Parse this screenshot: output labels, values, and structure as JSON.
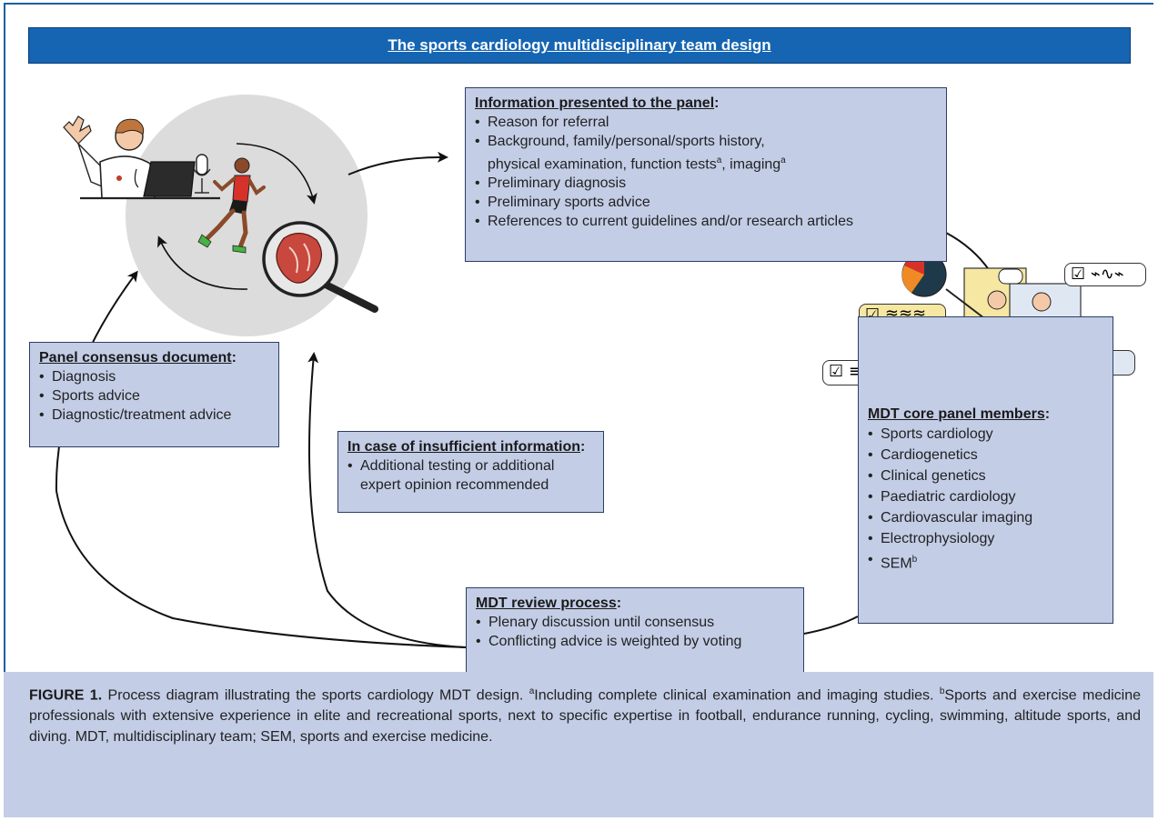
{
  "title": "The sports cardiology multidisciplinary team design",
  "info_box": {
    "heading": "Information presented to the panel",
    "items": [
      "Reason for referral",
      "Background, family/personal/sports history,",
      "physical examination, function tests",
      "imaging",
      "Preliminary diagnosis",
      "Preliminary sports advice",
      "References to current guidelines and/or research articles"
    ],
    "superscript": "a"
  },
  "consensus_box": {
    "heading": "Panel consensus document",
    "items": [
      "Diagnosis",
      "Sports advice",
      "Diagnostic/treatment advice"
    ]
  },
  "insufficient_box": {
    "heading": "In case of insufficient information",
    "items": [
      "Additional testing or additional",
      "expert opinion recommended"
    ]
  },
  "members_box": {
    "heading": "MDT core panel members",
    "items": [
      "Sports cardiology",
      "Cardiogenetics",
      "Clinical genetics",
      "Paediatric cardiology",
      "Cardiovascular imaging",
      "Electrophysiology",
      "SEM"
    ],
    "superscript": "b"
  },
  "review_box": {
    "heading": "MDT review process",
    "items": [
      "Plenary discussion until consensus",
      "Conflicting advice is weighted by voting"
    ]
  },
  "caption": {
    "label": "FIGURE 1.",
    "text_1": "Process diagram illustrating the sports cardiology MDT design.",
    "sup_a": "a",
    "text_2": "Including complete clinical examination and imaging studies.",
    "sup_b": "b",
    "text_3": "Sports and exercise medicine professionals with extensive experience in elite and recreational sports, next to specific expertise in football, endurance running, cycling, swimming, altitude sports, and diving. MDT, multidisciplinary team; SEM, sports and exercise medicine."
  },
  "icons": [
    "doctor-waving-icon",
    "laptop-icon",
    "microphone-icon",
    "runner-icon",
    "heart-magnifier-icon",
    "dna-icon",
    "pie-chart-icon",
    "ecg-icon",
    "checklist-icon",
    "echo-ring-icon",
    "shoe-icon"
  ],
  "colors": {
    "title_bar": "#1565b3",
    "box_fill": "#c3cde6",
    "circle": "#dcdcdc",
    "frame": "#1b5fa6"
  }
}
